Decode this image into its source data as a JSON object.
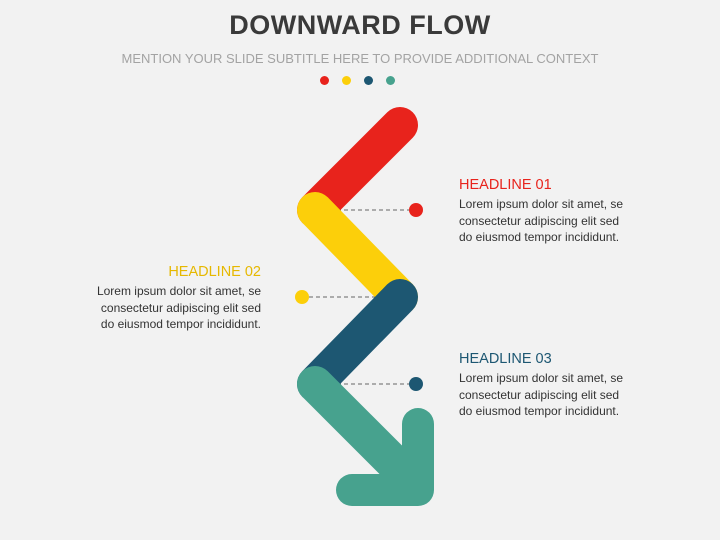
{
  "header": {
    "title": "DOWNWARD FLOW",
    "subtitle": "MENTION YOUR SLIDE SUBTITLE HERE TO PROVIDE ADDITIONAL CONTEXT"
  },
  "colors": {
    "red": "#e8231c",
    "yellow": "#fccf0a",
    "navy": "#1d5772",
    "teal": "#47a28e"
  },
  "dots": [
    "#e8231c",
    "#fccf0a",
    "#1d5772",
    "#47a28e"
  ],
  "items": [
    {
      "headline": "HEADLINE 01",
      "line1": "Lorem ipsum dolor sit amet, se",
      "line2": "consectetur adipiscing elit sed",
      "line3": "do eiusmod tempor incididunt.",
      "color": "#e8231c"
    },
    {
      "headline": "HEADLINE 02",
      "line1": "Lorem ipsum dolor sit amet, se",
      "line2": "consectetur adipiscing elit sed",
      "line3": "do eiusmod tempor incididunt.",
      "color": "#e6b800"
    },
    {
      "headline": "HEADLINE 03",
      "line1": "Lorem ipsum dolor sit amet, se",
      "line2": "consectetur adipiscing elit sed",
      "line3": "do eiusmod tempor incididunt.",
      "color": "#1d5772"
    }
  ]
}
